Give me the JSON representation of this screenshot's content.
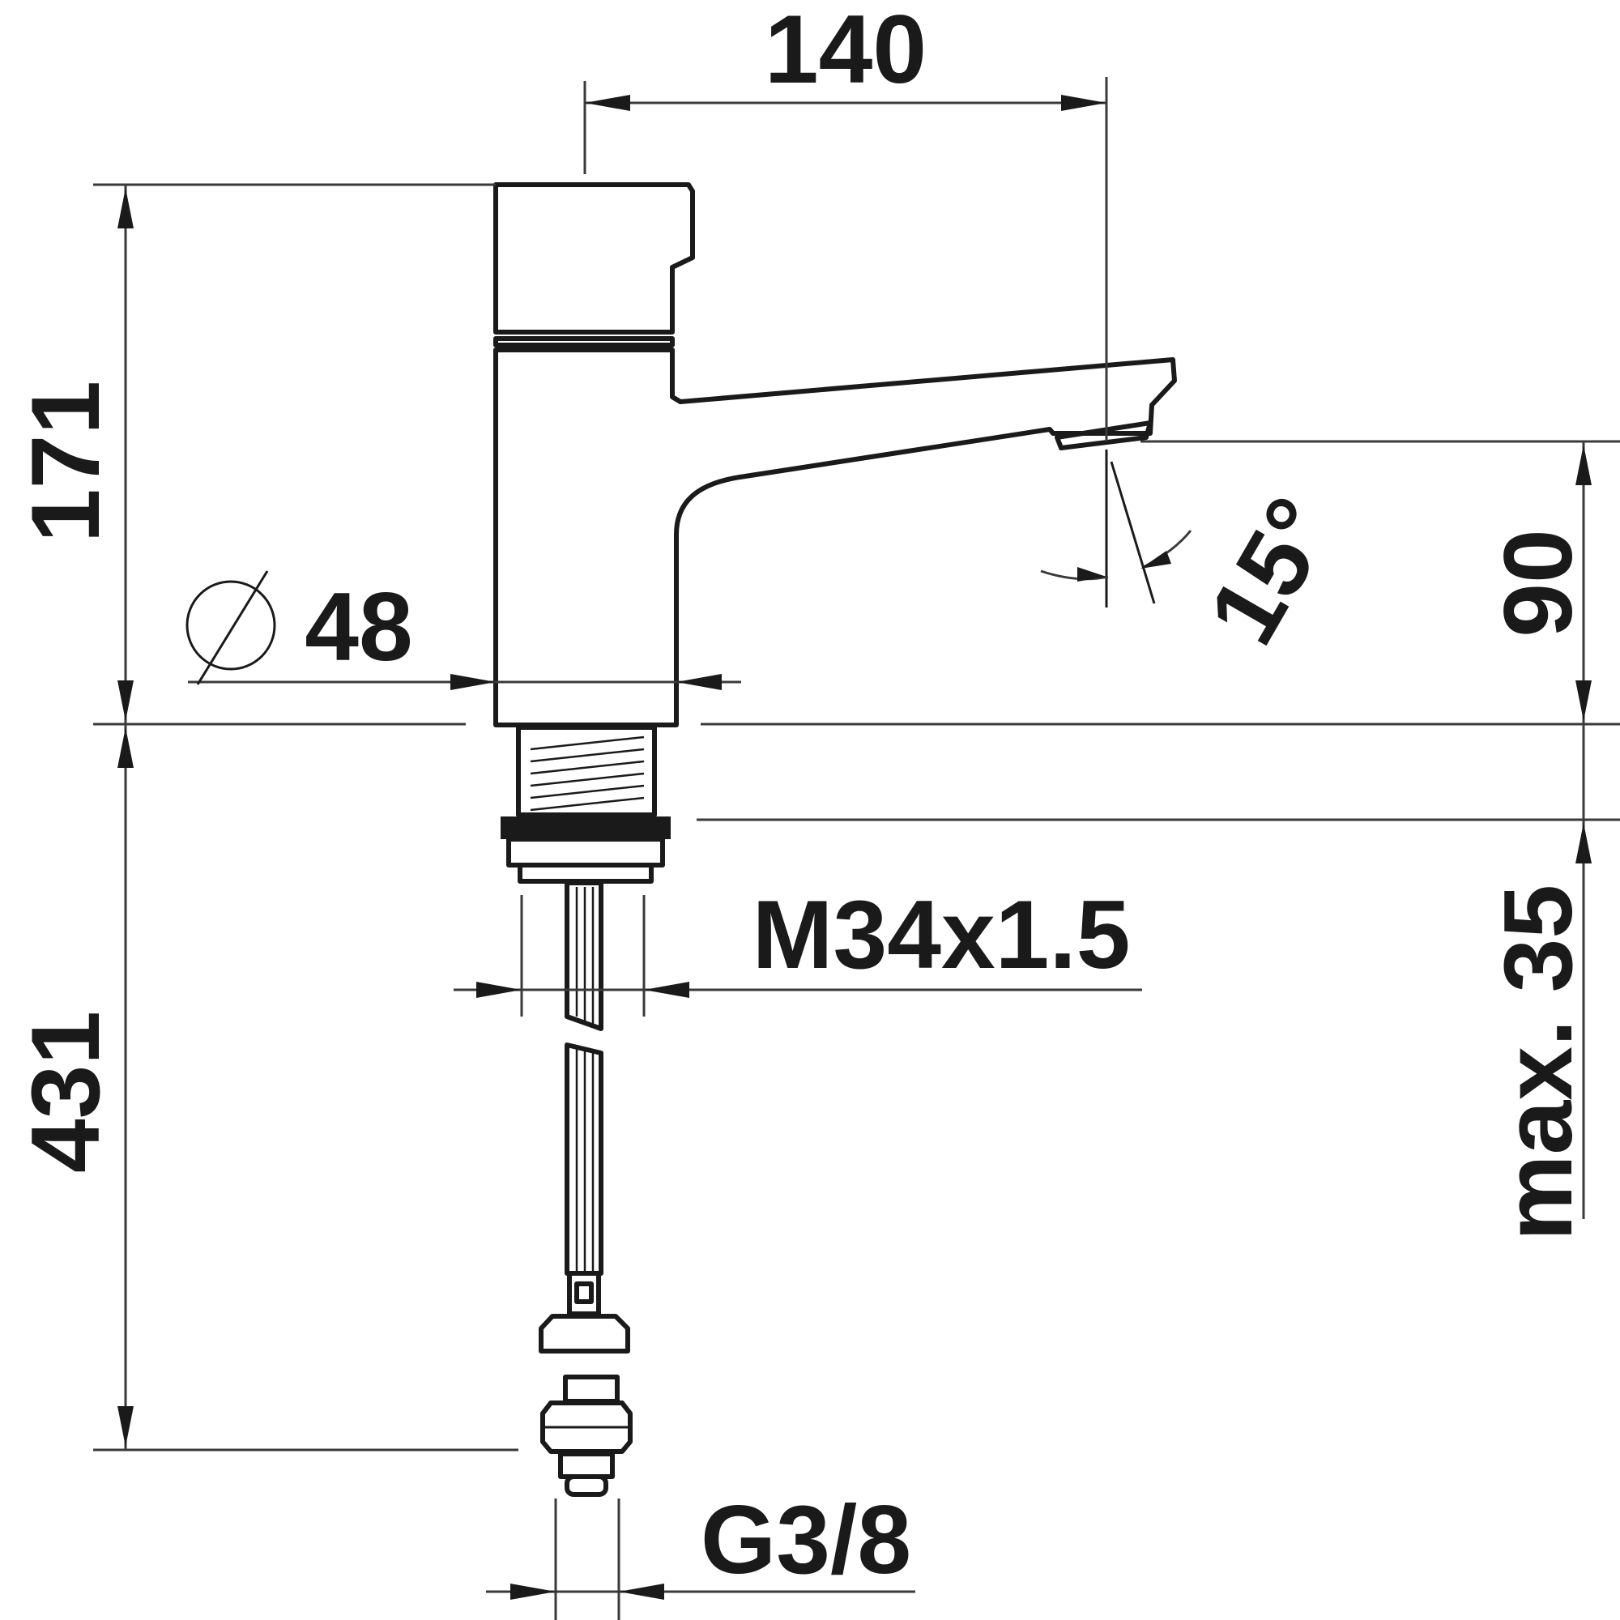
{
  "dimensions": {
    "width_spout_reach": "140",
    "height_above_deck": "171",
    "depth_below_deck": "431",
    "body_diameter": "48",
    "outlet_height": "90",
    "deck_thickness_max": "max. 35",
    "spout_angle": "15°",
    "thread_shank": "M34x1.5",
    "thread_connection": "G3/8"
  },
  "colors": {
    "line": "#1a1a1a",
    "background": "#ffffff"
  },
  "icons": {
    "diameter": "diameter-symbol-icon"
  }
}
